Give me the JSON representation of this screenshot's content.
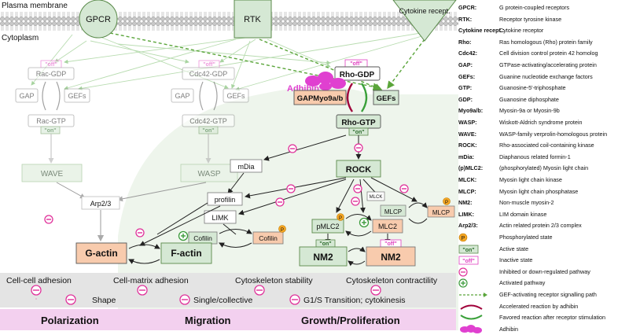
{
  "cell": {
    "membrane_label": "Plasma membrane",
    "cytoplasm_label": "Cytoplasm"
  },
  "receptors": {
    "gpcr": "GPCR",
    "rtk": "RTK",
    "cytokine": "Cytokine recept."
  },
  "nodes": {
    "rac_gdp": "Rac-GDP",
    "cdc42_gdp": "Cdc42-GDP",
    "rho_gdp": "Rho-GDP",
    "gap": "GAP",
    "gefs": "GEFs",
    "gap_myo": "GAPMyo9a/b",
    "rac_gtp": "Rac-GTP",
    "cdc42_gtp": "Cdc42-GTP",
    "rho_gtp": "Rho-GTP",
    "wave": "WAVE",
    "wasp": "WASP",
    "arp": "Arp2/3",
    "mdia": "mDia",
    "rock": "ROCK",
    "profilin": "profilin",
    "limk": "LIMK",
    "mlck": "MLCK",
    "mlcp": "MLCP",
    "pmlc2": "pMLC2",
    "mlc2": "MLC2",
    "cofilin": "Cofilin",
    "g_actin": "G-actin",
    "f_actin": "F-actin",
    "nm2": "NM2",
    "adhibin": "Adhibin"
  },
  "states": {
    "off": "\"off\"",
    "on": "\"on\"",
    "p": "P"
  },
  "bottom": {
    "effects": [
      "Cell-cell adhesion",
      "Cell-matrix adhesion",
      "Cytoskeleton stability",
      "Cytoskeleton contractility"
    ],
    "outcomes": [
      "Shape",
      "Single/collective",
      "G1/S Transition; cytokinesis"
    ],
    "processes": [
      "Polarization",
      "Migration",
      "Growth/Proliferation"
    ]
  },
  "legend": {
    "abbreviations": [
      {
        "term": "GPCR:",
        "def": "G protein-coupled receptors"
      },
      {
        "term": "RTK:",
        "def": "Receptor tyrosine kinase"
      },
      {
        "term": "Cytokine recept.:",
        "def": "Cytokine receptor"
      },
      {
        "term": "Rho:",
        "def": "Ras homologous (Rho) protein family"
      },
      {
        "term": "Cdc42:",
        "def": "Cell division control protein 42 homolog"
      },
      {
        "term": "GAP:",
        "def": "GTPase-activating/accelerating protein"
      },
      {
        "term": "GEFs:",
        "def": "Guanine nucleotide exchange factors"
      },
      {
        "term": "GTP:",
        "def": "Guanosine-5'-triphosphate"
      },
      {
        "term": "GDP:",
        "def": "Guanosine diphosphate"
      },
      {
        "term": "Myo9a/b:",
        "def": "Myosin-9a or Myosin-9b"
      },
      {
        "term": "WASP:",
        "def": "Wiskott-Aldrich syndrome protein"
      },
      {
        "term": "WAVE:",
        "def": "WASP-family verprolin-homologous protein"
      },
      {
        "term": "ROCK:",
        "def": "Rho-associated coil-containing kinase"
      },
      {
        "term": "mDia:",
        "def": "Diaphanous related formin-1"
      },
      {
        "term": "(p)MLC2:",
        "def": "(phosphorylated) Myosin light chain"
      },
      {
        "term": "MLCK:",
        "def": "Myosin light chain kinase"
      },
      {
        "term": "MLCP:",
        "def": "Myosin light chain phosphatase"
      },
      {
        "term": "NM2:",
        "def": "Non-muscle myosin-2"
      },
      {
        "term": "LIMK:",
        "def": "LIM domain kinase"
      },
      {
        "term": "Arp2/3:",
        "def": "Actin related protein 2/3 complex"
      }
    ],
    "symbols": [
      {
        "kind": "p",
        "label": "P",
        "def": "Phosphorylated state"
      },
      {
        "kind": "on",
        "label": "\"on\"",
        "def": "Active state"
      },
      {
        "kind": "off",
        "label": "\"off\"",
        "def": "Inactive state"
      },
      {
        "kind": "inhibit",
        "label": "",
        "def": "Inhibited or down-regulated pathway"
      },
      {
        "kind": "activate",
        "label": "",
        "def": "Activated pathway"
      },
      {
        "kind": "gef-arrow",
        "label": "",
        "def": "GEF-activating receptor signalling path"
      },
      {
        "kind": "accel",
        "label": "",
        "def": "Accelerated reaction by adhibin"
      },
      {
        "kind": "favored",
        "label": "",
        "def": "Favored reaction after receptor stimulation"
      },
      {
        "kind": "adhibin",
        "label": "",
        "def": "Adhibin"
      }
    ]
  },
  "colors": {
    "green_fill": "#d5e8d4",
    "green_stroke": "#5a8a4a",
    "salmon_fill": "#f8cbad",
    "off_pink": "#e040c0",
    "inhibit_pink": "#e0309a",
    "adhibin_magenta": "#e040d0",
    "accel_crimson": "#a0003a",
    "gef_arrow_green": "#5aa53a"
  }
}
